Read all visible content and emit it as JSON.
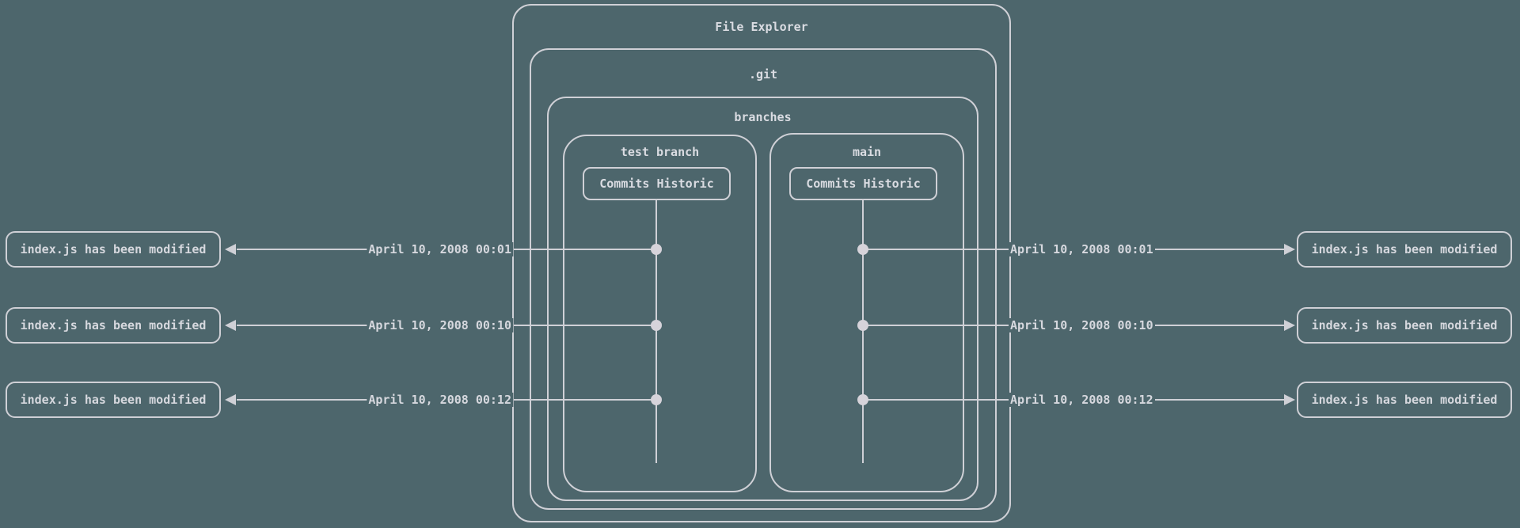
{
  "colors": {
    "background": "#4d666c",
    "stroke": "#cfd0d6",
    "text": "#d6d8de"
  },
  "diagram": {
    "title": "File Explorer",
    "git_label": ".git",
    "branches_label": "branches",
    "branches": [
      {
        "name": "test branch",
        "commits_label": "Commits Historic"
      },
      {
        "name": "main",
        "commits_label": "Commits Historic"
      }
    ],
    "events": [
      {
        "date": "April 10, 2008 00:01",
        "message": "index.js has been modified"
      },
      {
        "date": "April 10, 2008 00:10",
        "message": "index.js has been modified"
      },
      {
        "date": "April 10, 2008 00:12",
        "message": "index.js has been modified"
      }
    ]
  }
}
